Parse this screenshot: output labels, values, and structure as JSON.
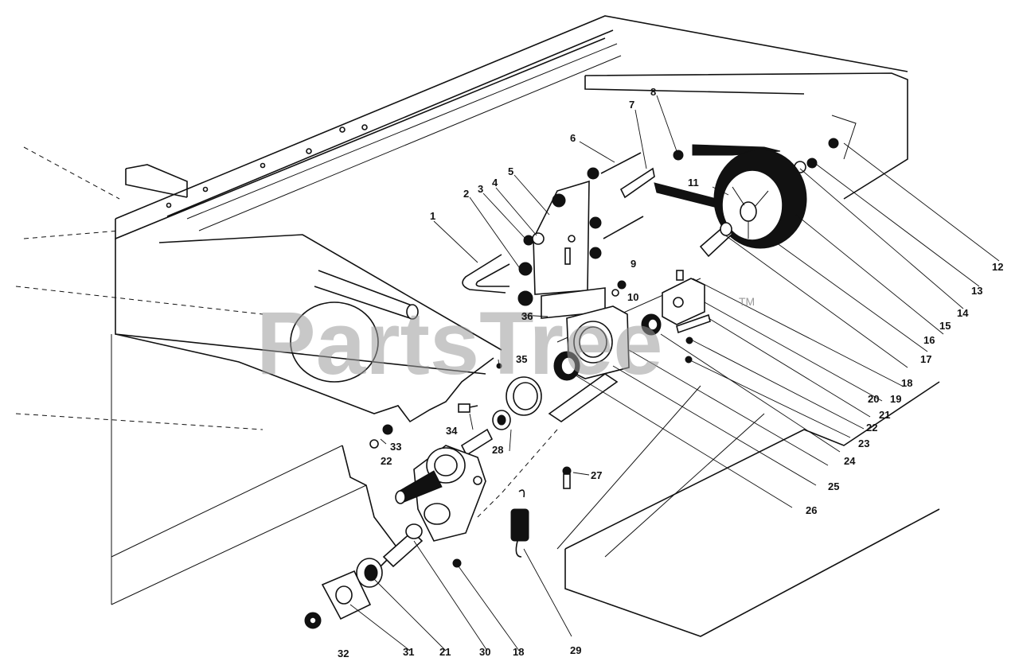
{
  "watermark": {
    "text": "PartsTree",
    "trademark": "TM"
  },
  "callouts": [
    {
      "id": "1",
      "label": "1"
    },
    {
      "id": "2",
      "label": "2"
    },
    {
      "id": "3",
      "label": "3"
    },
    {
      "id": "4",
      "label": "4"
    },
    {
      "id": "5",
      "label": "5"
    },
    {
      "id": "6",
      "label": "6"
    },
    {
      "id": "7",
      "label": "7"
    },
    {
      "id": "8",
      "label": "8"
    },
    {
      "id": "9",
      "label": "9"
    },
    {
      "id": "10",
      "label": "10"
    },
    {
      "id": "11",
      "label": "11"
    },
    {
      "id": "12",
      "label": "12"
    },
    {
      "id": "13",
      "label": "13"
    },
    {
      "id": "14",
      "label": "14"
    },
    {
      "id": "15",
      "label": "15"
    },
    {
      "id": "16",
      "label": "16"
    },
    {
      "id": "17",
      "label": "17"
    },
    {
      "id": "18a",
      "label": "18"
    },
    {
      "id": "19",
      "label": "19"
    },
    {
      "id": "20",
      "label": "20"
    },
    {
      "id": "21a",
      "label": "21"
    },
    {
      "id": "22a",
      "label": "22"
    },
    {
      "id": "23",
      "label": "23"
    },
    {
      "id": "24",
      "label": "24"
    },
    {
      "id": "25",
      "label": "25"
    },
    {
      "id": "26",
      "label": "26"
    },
    {
      "id": "27",
      "label": "27"
    },
    {
      "id": "28",
      "label": "28"
    },
    {
      "id": "29",
      "label": "29"
    },
    {
      "id": "30",
      "label": "30"
    },
    {
      "id": "18b",
      "label": "18"
    },
    {
      "id": "21b",
      "label": "21"
    },
    {
      "id": "31",
      "label": "31"
    },
    {
      "id": "32",
      "label": "32"
    },
    {
      "id": "33",
      "label": "33"
    },
    {
      "id": "22b",
      "label": "22"
    },
    {
      "id": "34",
      "label": "34"
    },
    {
      "id": "35",
      "label": "35"
    },
    {
      "id": "36",
      "label": "36"
    }
  ]
}
